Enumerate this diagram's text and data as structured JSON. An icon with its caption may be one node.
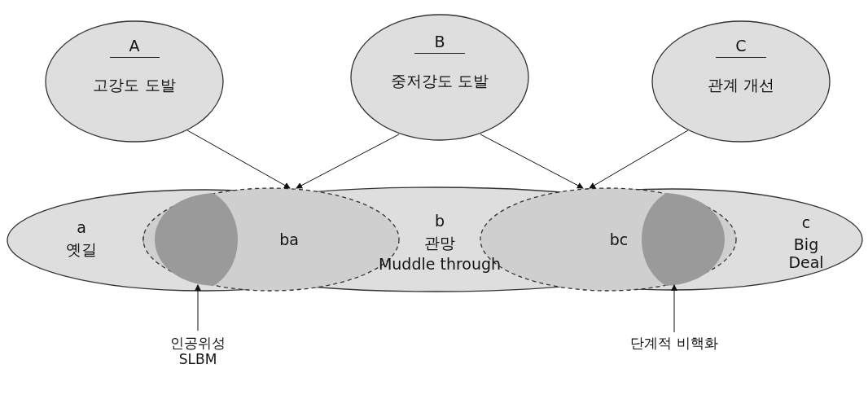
{
  "diagram": {
    "nodes": [
      {
        "text": [
          "A",
          "고강도 도발"
        ]
      },
      {
        "text": [
          "B",
          "중저강도 도발"
        ]
      },
      {
        "text": [
          "C",
          "관계 개선"
        ]
      },
      {
        "text": [
          "a",
          "옛길"
        ]
      },
      {
        "text": [
          "b",
          "관망",
          "Muddle through"
        ]
      },
      {
        "text": [
          "c",
          "Big Deal"
        ]
      },
      {
        "text": [
          "ba"
        ]
      },
      {
        "text": [
          "bc"
        ]
      },
      {
        "text": [],
        "shape": "lens",
        "in": 6
      },
      {
        "text": [],
        "shape": "lens",
        "in": 7
      },
      {
        "text": [
          "인공위성 SLBM"
        ]
      },
      {
        "text": [
          "단계적 비핵화"
        ]
      }
    ],
    "edges": [
      {
        "from": 0,
        "to": 6,
        "arrow": "to"
      },
      {
        "from": 1,
        "to": 6,
        "arrow": "to"
      },
      {
        "from": 1,
        "to": 7,
        "arrow": "to"
      },
      {
        "from": 2,
        "to": 7,
        "arrow": "to"
      },
      {
        "from": 10,
        "to": 8,
        "arrow": "to"
      },
      {
        "from": 11,
        "to": 9,
        "arrow": "to"
      }
    ]
  }
}
